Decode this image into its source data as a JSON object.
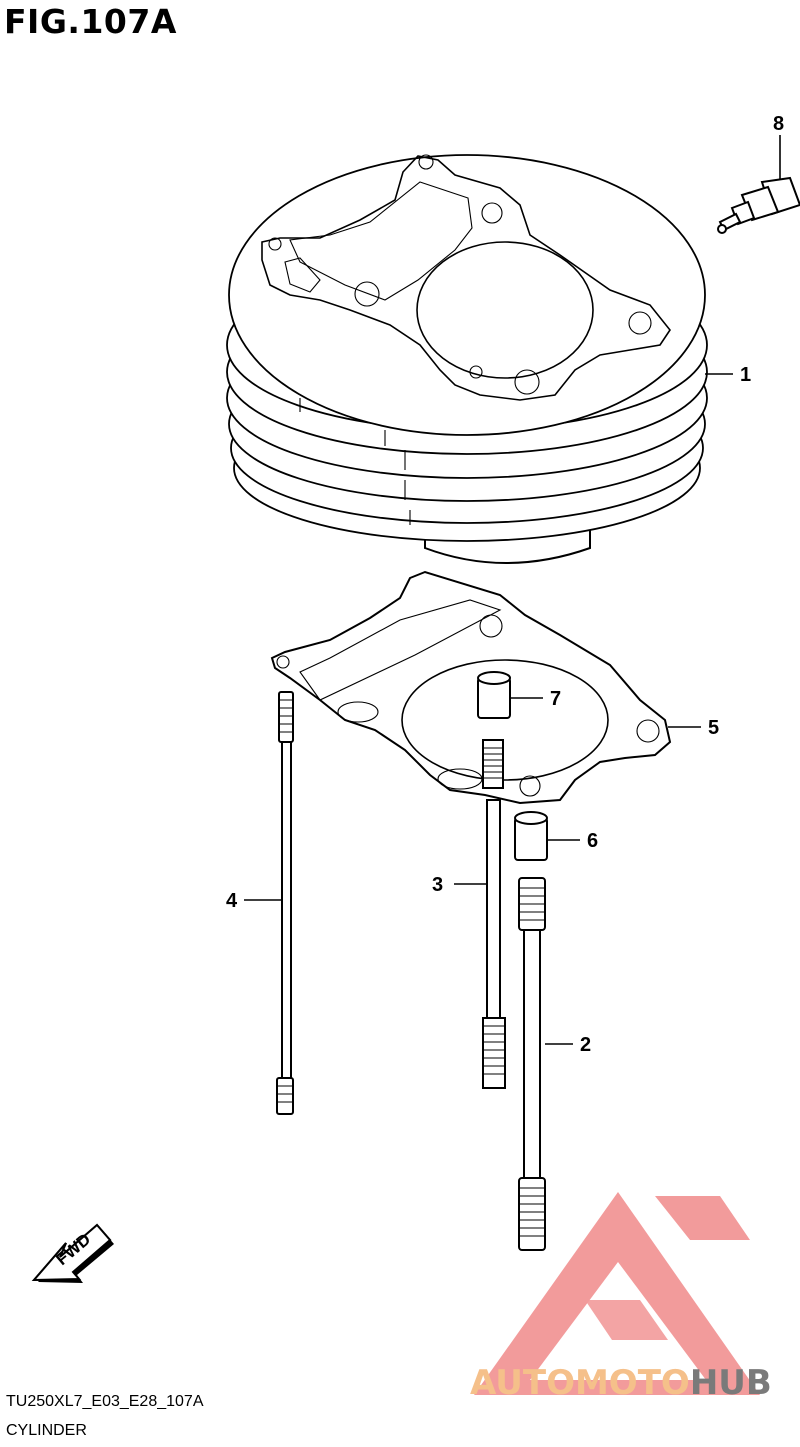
{
  "figure": {
    "title": "FIG.107A",
    "model_code": "TU250XL7_E03_E28_107A",
    "description": "CYLINDER",
    "fwd_label": "FWD"
  },
  "callouts": [
    "1",
    "2",
    "3",
    "4",
    "5",
    "6",
    "7",
    "8"
  ],
  "watermark": {
    "part1": "AUTOMOTO",
    "part2": "HUB",
    "colors": {
      "triangle": "#f08a8a",
      "text_light": "#f5c08a",
      "text_dark": "#7a7a7a"
    }
  }
}
